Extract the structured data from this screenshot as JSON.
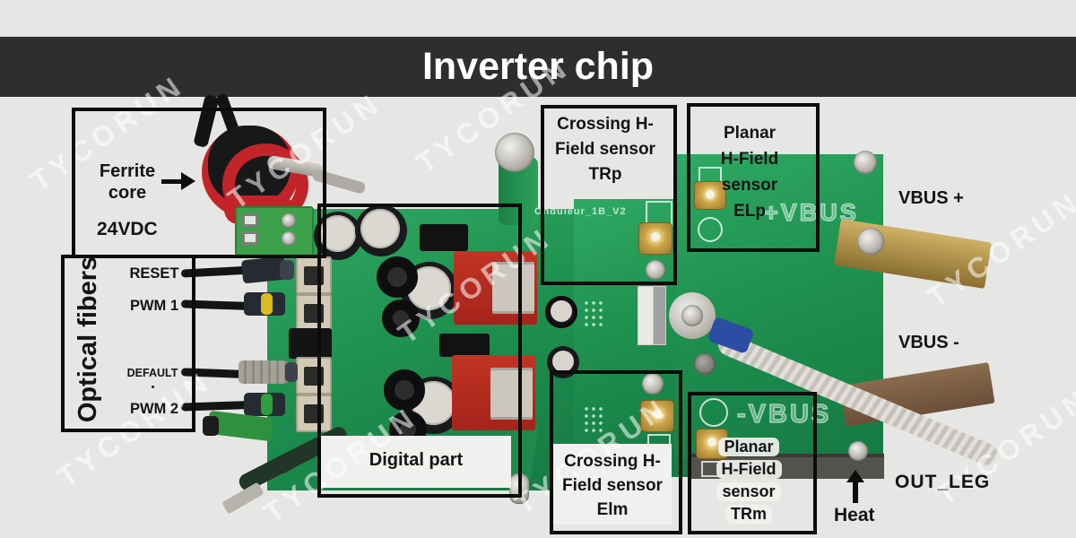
{
  "banner": {
    "title": "Inverter chip",
    "bg": "#2e2e2e",
    "text_color": "#ffffff"
  },
  "watermark": {
    "text": "TYCORUN"
  },
  "callouts": {
    "ferrite_core": {
      "label_line1": "Ferrite",
      "label_line2": "core",
      "supply": "24VDC"
    },
    "optical_fibers": {
      "title": "Optical fibers",
      "signals": [
        "RESET",
        "PWM 1",
        "DEFAULT",
        "PWM 2"
      ]
    },
    "crossing_sensor_top": {
      "lines": [
        "Crossing H-",
        "Field sensor",
        "TRp"
      ]
    },
    "planar_sensor_top": {
      "lines": [
        "Planar",
        "H-Field",
        "sensor",
        "ELp"
      ]
    },
    "digital_part": {
      "label": "Digital part"
    },
    "crossing_sensor_bottom": {
      "lines": [
        "Crossing H-",
        "Field sensor",
        "Elm"
      ]
    },
    "planar_sensor_bottom": {
      "lines": [
        "Planar",
        "H-Field",
        "sensor",
        "TRm"
      ]
    },
    "vbus_plus": {
      "label": "VBUS +"
    },
    "vbus_minus": {
      "label": "VBUS -"
    },
    "out_leg": {
      "label": "OUT_LEG"
    },
    "heat": {
      "label": "Heat"
    }
  },
  "board_silkscreen": {
    "name": "Onduleur_1B_V2",
    "vbus_plus": "+VBUS",
    "vbus_minus": "-VBUS"
  },
  "colors": {
    "background": "#e6e6e4",
    "banner": "#2e2e2e",
    "pcb_green": "#1f9150",
    "annotation_box": "#0c0c0c",
    "brass_busbar": "#b29455",
    "copper_busbar": "#7c5e44",
    "module_red": "#b32a1f"
  }
}
